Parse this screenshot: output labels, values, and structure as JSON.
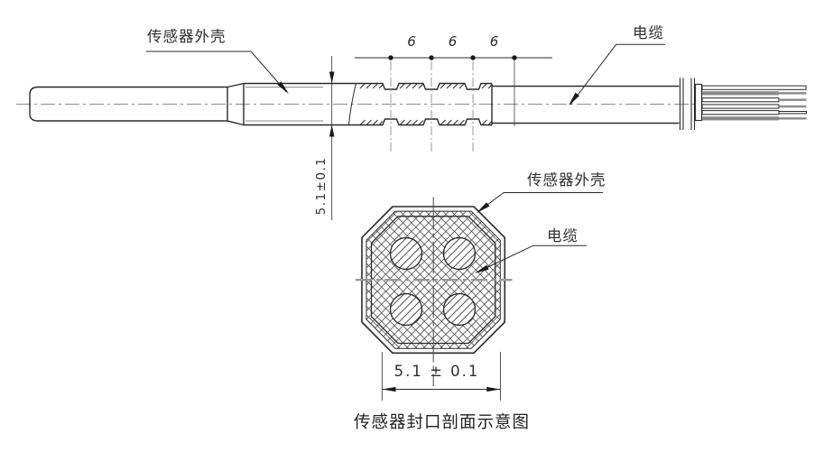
{
  "side_view": {
    "housing_label": "传感器外壳",
    "cable_label": "电缆",
    "pitch_dims": [
      "6",
      "6",
      "6"
    ],
    "height_dim": "5.1±0.1"
  },
  "section_view": {
    "housing_label": "传感器外壳",
    "cable_label": "电缆",
    "width_dim": "5.1 ± 0.1",
    "caption": "传感器封口剖面示意图"
  },
  "colors": {
    "line": "#2b2b2b",
    "centerline": "#999999",
    "wire_gray": "#8a8a8a",
    "background": "#ffffff"
  }
}
